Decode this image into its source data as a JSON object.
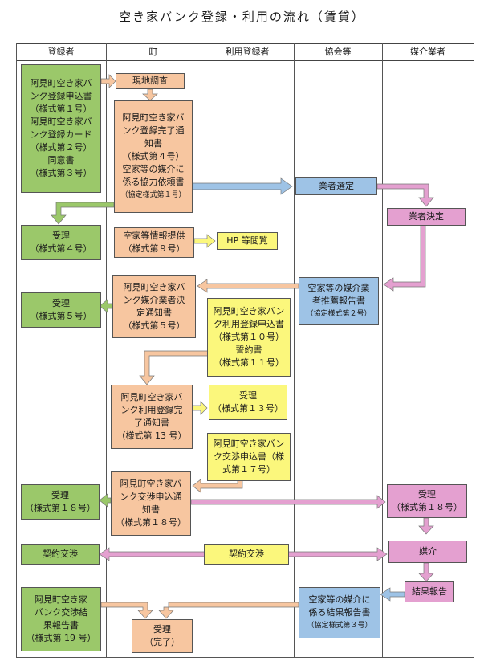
{
  "title": "空き家バンク登録・利用の流れ（賃貸）",
  "columns": [
    "登録者",
    "町",
    "利用登録者",
    "協会等",
    "媒介業者"
  ],
  "boxes": {
    "b1": "阿見町空き家バ\nンク登録申込書\n（様式第１号）\n阿見町空き家バ\nンク登録カード\n（様式第２号）\n同意書\n（様式第３号）",
    "b2": "現地調査",
    "b3_main": "阿見町空き家バ\nンク登録完了通\n知書\n（様式第４号）\n空家等の媒介に\n係る協力依頼書",
    "b3_small": "（協定様式第１号）",
    "b4": "業者選定",
    "b5": "業者決定",
    "b6": "受理\n（様式第４号）",
    "b7": "空家等情報提供\n（様式第９号）",
    "b8": "HP 等閲覧",
    "b9_main": "空家等の媒介業\n者推薦報告書",
    "b9_small": "（協定様式第２号）",
    "b10": "阿見町空き家バ\nンク媒介業者決\n定通知書\n（様式第５号）",
    "b11": "阿見町空き家バン\nク利用登録申込書\n（様式第１０号）\n誓約書\n（様式第１１号）",
    "b12": "受理\n（様式第５号）",
    "b13": "阿見町空き家バ\nンク利用登録完\n了通知書\n（様式第 13 号）",
    "b14": "受理\n（様式第１３号）",
    "b15": "阿見町空き家バン\nク交渉申込書（様\n式第１７号）",
    "b16": "阿見町空き家バ\nンク交渉申込通\n知書\n（様式第１８号）",
    "b17": "受理\n（様式第１８号）",
    "b18": "受理\n（様式第１８号）",
    "b19": "契約交渉",
    "b20": "契約交渉",
    "b21": "媒介",
    "b22": "結果報告",
    "b23": "阿見町空き家\nバンク交渉結\n果報告書\n（様式第 19 号）",
    "b24_main": "空家等の媒介に\n係る結果報告書",
    "b24_small": "（協定様式第３号）",
    "b25": "受理\n（完了）"
  },
  "colors": {
    "green": "#9bc86a",
    "orange": "#f7c6a0",
    "yellow": "#fbf77c",
    "blue": "#9ec3e6",
    "pink": "#e4a0d0"
  }
}
